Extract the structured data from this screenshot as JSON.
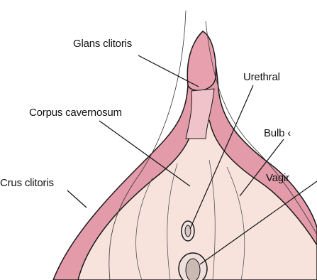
{
  "labels": {
    "glans_clitoris": "Glans clitoris",
    "corpus_cavernosum": "Corpus cavernosum",
    "crus_clitoris": "Crus clitoris",
    "urethral": "Urethral",
    "bulb": "Bulb ‹",
    "vagina": "Vagir"
  },
  "colors": {
    "crus_fill": "#e39aa9",
    "glans_fill": "#e8a0ae",
    "vestibule_fill": "#f7e3dc",
    "outline": "#1a1a1a",
    "background": "#ffffff"
  }
}
